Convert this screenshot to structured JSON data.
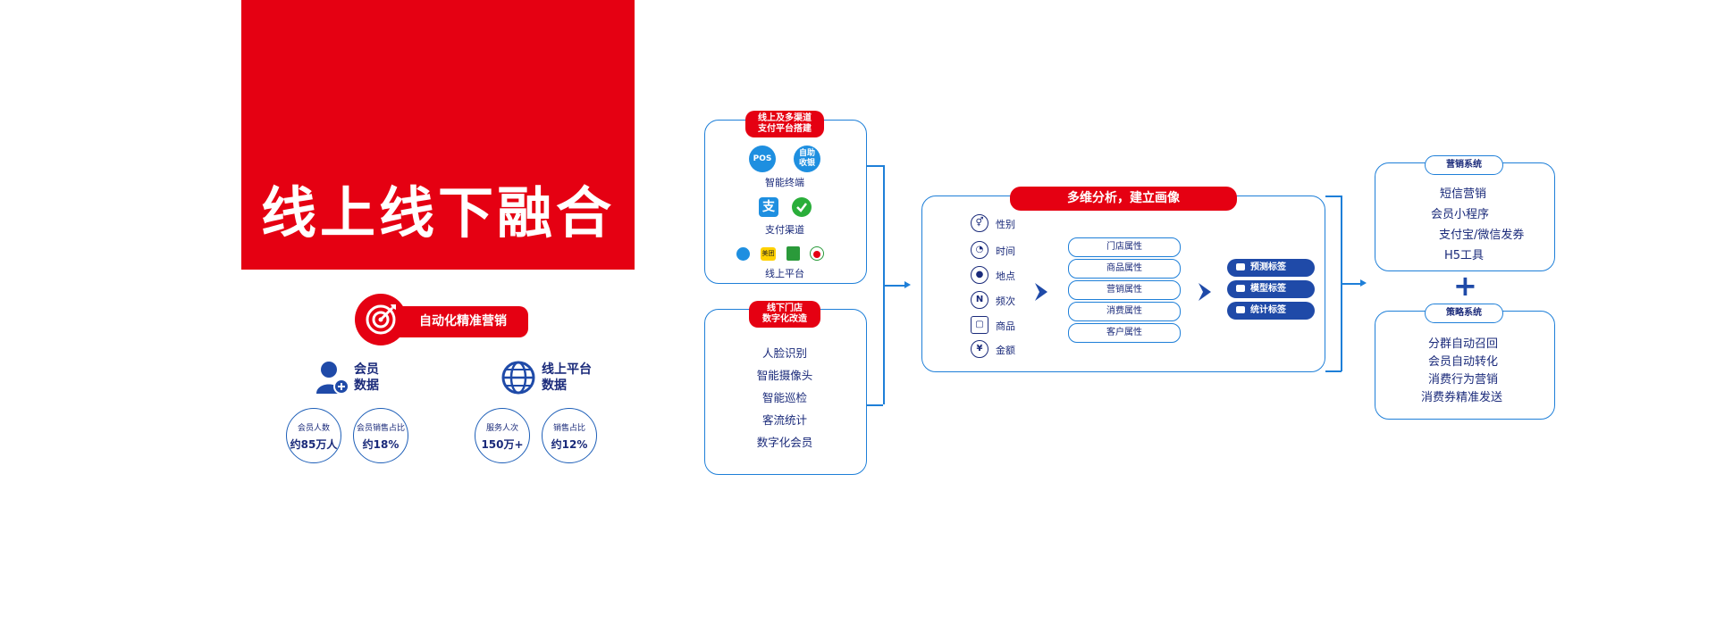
{
  "hero": {
    "title": "线上线下融合"
  },
  "auto_marketing": {
    "label": "自动化精准营销"
  },
  "member": {
    "label_line1": "会员",
    "label_line2": "数据",
    "stats": [
      {
        "title": "会员人数",
        "value": "约85万人"
      },
      {
        "title": "会员销售占比",
        "value": "约18%"
      }
    ]
  },
  "online": {
    "label_line1": "线上平台",
    "label_line2": "数据",
    "stats": [
      {
        "title": "服务人次",
        "value": "150万+"
      },
      {
        "title": "销售占比",
        "value": "约12%"
      }
    ]
  },
  "channel_box": {
    "header_line1": "线上及多渠道",
    "header_line2": "支付平台搭建",
    "pos_icon": "POS",
    "self_icon_line1": "自助",
    "self_icon_line2": "收银",
    "smart_terminal": "智能终端",
    "payment_channel": "支付渠道",
    "online_platform": "线上平台",
    "meituan_label": "美团"
  },
  "store_box": {
    "header_line1": "线下门店",
    "header_line2": "数字化改造",
    "items": [
      "人脸识别",
      "智能摄像头",
      "智能巡检",
      "客流统计",
      "数字化会员"
    ]
  },
  "analysis": {
    "header": "多维分析，建立画像",
    "dimensions": [
      {
        "icon": "gender-icon",
        "glyph": "⚥",
        "label": "性别"
      },
      {
        "icon": "clock-icon",
        "glyph": "◔",
        "label": "时间"
      },
      {
        "icon": "location-icon",
        "glyph": "●",
        "label": "地点"
      },
      {
        "icon": "frequency-icon",
        "glyph": "N",
        "label": "频次"
      },
      {
        "icon": "bag-icon",
        "glyph": "▢",
        "label": "商品"
      },
      {
        "icon": "yen-icon",
        "glyph": "¥",
        "label": "金额"
      }
    ],
    "attributes": [
      "门店属性",
      "商品属性",
      "营销属性",
      "消费属性",
      "客户属性"
    ],
    "tags": [
      "预测标签",
      "模型标签",
      "统计标签"
    ]
  },
  "marketing_system": {
    "header": "营销系统",
    "items": [
      "短信营销",
      "会员小程序",
      "支付宝/微信发券",
      "H5工具"
    ]
  },
  "plus": "+",
  "strategy_system": {
    "header": "策略系统",
    "items": [
      "分群自动召回",
      "会员自动转化",
      "消费行为营销",
      "消费券精准发送"
    ]
  },
  "colors": {
    "red": "#e50012",
    "blue": "#1e7fd8",
    "navy": "#1a2a7a",
    "tag_blue": "#1f4aa8"
  }
}
